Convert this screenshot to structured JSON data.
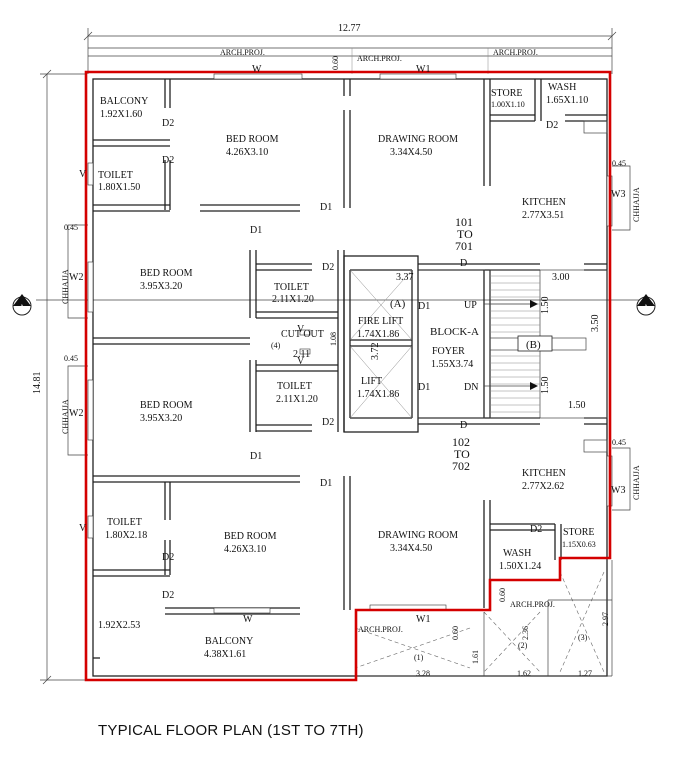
{
  "caption": "TYPICAL FLOOR PLAN (1ST TO 7TH)",
  "colors": {
    "boundary": "#d40000",
    "lines": "#222222"
  },
  "overall": {
    "width": "12.77",
    "depth": "14.81"
  },
  "section_marker": "A",
  "arch_proj": "ARCH.PROJ.",
  "block": "BLOCK-A",
  "flats_top": {
    "from": "101",
    "to_word": "TO",
    "till": "701"
  },
  "flats_bottom": {
    "from": "102",
    "to_word": "TO",
    "till": "702"
  },
  "rooms": {
    "balcony_top": {
      "name": "BALCONY",
      "size": "1.92X1.60"
    },
    "bedroom_tl": {
      "name": "BED ROOM",
      "size": "4.26X3.10"
    },
    "drawing_top": {
      "name": "DRAWING ROOM",
      "size": "3.34X4.50"
    },
    "store_top": {
      "name": "STORE",
      "size": "1.00X1.10"
    },
    "wash_top": {
      "name": "WASH",
      "size": "1.65X1.10"
    },
    "toilet_tl": {
      "name": "TOILET",
      "size": "1.80X1.50"
    },
    "kitchen_top": {
      "name": "KITCHEN",
      "size": "2.77X3.51"
    },
    "bedroom_ml": {
      "name": "BED ROOM",
      "size": "3.95X3.20"
    },
    "toilet_mid_top": {
      "name": "TOILET",
      "size": "2.11X1.20"
    },
    "cut_out": {
      "name": "CUT OUT",
      "ref": "(4)",
      "size": "2.11",
      "depth": "1.08"
    },
    "fire_lift": {
      "name": "FIRE LIFT",
      "ref": "(A)",
      "size": "1.74X1.86"
    },
    "foyer": {
      "name": "FOYER",
      "size": "1.55X3.74"
    },
    "lift": {
      "name": "LIFT",
      "size": "1.74X1.86"
    },
    "bedroom_ml2": {
      "name": "BED ROOM",
      "size": "3.95X3.20"
    },
    "toilet_mid_bot": {
      "name": "TOILET",
      "size": "2.11X1.20"
    },
    "kitchen_bot": {
      "name": "KITCHEN",
      "size": "2.77X2.62"
    },
    "toilet_bl": {
      "name": "TOILET",
      "size": "1.80X2.18"
    },
    "bedroom_bl": {
      "name": "BED ROOM",
      "size": "4.26X3.10"
    },
    "drawing_bot": {
      "name": "DRAWING ROOM",
      "size": "3.34X4.50"
    },
    "store_bot": {
      "name": "STORE",
      "size": "1.15X0.63"
    },
    "wash_bot": {
      "name": "WASH",
      "size": "1.50X1.24"
    },
    "balcony_bot": {
      "name": "BALCONY",
      "size": "4.38X1.61"
    },
    "balcony_bot_left": {
      "size": "1.92X2.53"
    }
  },
  "stair": {
    "up": "UP",
    "dn": "DN",
    "ref": "(B)"
  },
  "dims": {
    "d337": "3.37",
    "d300": "3.00",
    "d150a": "1.50",
    "d350": "3.50",
    "d150b": "1.50",
    "d150c": "1.50",
    "d372": "3.72",
    "d060a": "0.60",
    "d045a": "0.45",
    "d045b": "0.45",
    "d045c": "0.45",
    "d045d": "0.45",
    "d060b": "0.60",
    "d060c": "0.60",
    "d161": "1.61",
    "d236": "2.36",
    "d297": "2.97",
    "d328": "3.28",
    "d162": "1.62",
    "d127": "1.27",
    "n1": "(1)",
    "n2": "(2)",
    "n3": "(3)"
  },
  "tags": {
    "w": "W",
    "w1": "W1",
    "w2": "W2",
    "w3": "W3",
    "d": "D",
    "d1": "D1",
    "d2": "D2",
    "v": "V",
    "chhajja": "CHHAJJA"
  }
}
